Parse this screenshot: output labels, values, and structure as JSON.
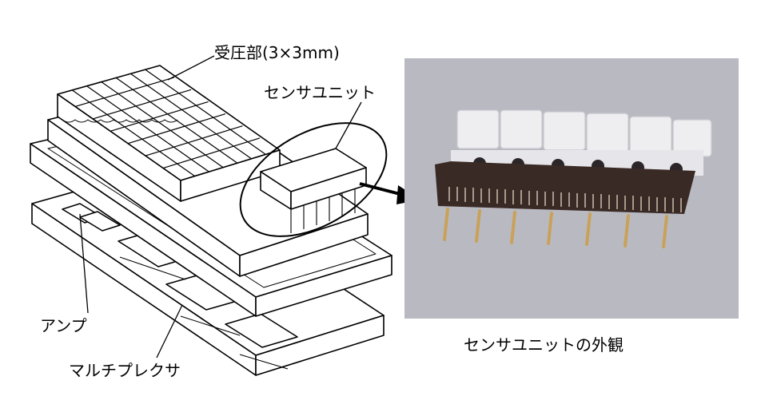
{
  "labels": {
    "pressure_area": "受圧部(3×3mm)",
    "sensor_unit": "センサユニット",
    "amp": "アンプ",
    "multiplexer": "マルチプレクサ"
  },
  "photo": {
    "caption": "センサユニットの外観"
  },
  "colors": {
    "line": "#000000",
    "photo_bg": "#b9bac1",
    "cap_white": "#eeeef0",
    "body_dark": "#3a2a26",
    "pin_gold": "#c9a15a"
  }
}
